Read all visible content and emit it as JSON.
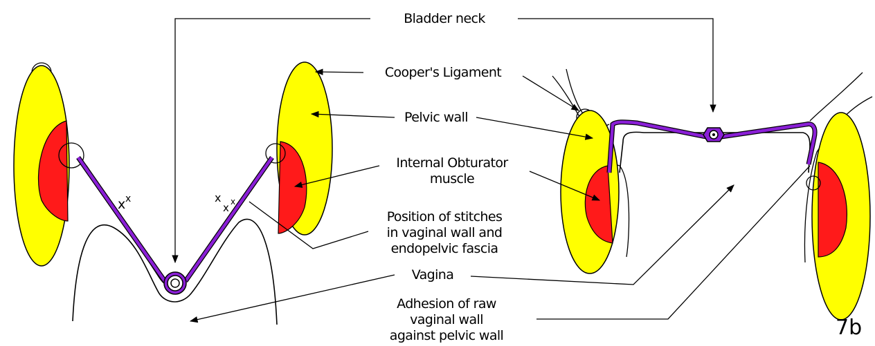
{
  "labels": {
    "bladder_neck": "Bladder neck",
    "coopers_ligament": "Cooper's Ligament",
    "pelvic_wall": "Pelvic wall",
    "obturator_line1": "Internal Obturator",
    "obturator_line2": "muscle",
    "stitches_line1": "Position of stitches",
    "stitches_line2": "in vaginal wall and",
    "stitches_line3": "endopelvic fascia",
    "vagina": "Vagina",
    "adhesion_line1": "Adhesion of raw",
    "adhesion_line2": "vaginal wall",
    "adhesion_line3": "against pelvic wall",
    "figure_id": "7b",
    "stitch_mark": "x"
  },
  "colors": {
    "pelvic_wall_fill": "#ffff00",
    "obturator_fill": "#ff1a1a",
    "fascia_band": "#8a1fd6",
    "outline": "#000000"
  }
}
